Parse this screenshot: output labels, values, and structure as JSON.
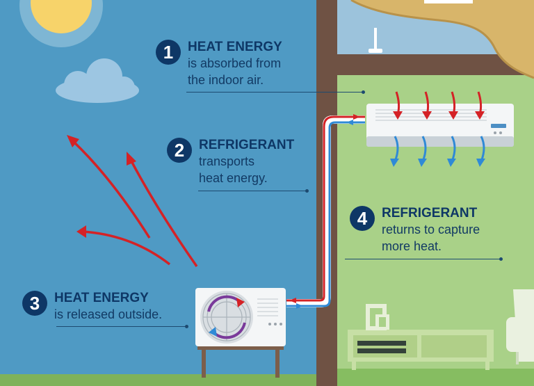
{
  "steps": [
    {
      "number": "1",
      "heading": "HEAT ENERGY",
      "lines": [
        "is absorbed from",
        "the indoor air."
      ]
    },
    {
      "number": "2",
      "heading": "REFRIGERANT",
      "lines": [
        "transports",
        "heat energy."
      ]
    },
    {
      "number": "3",
      "heading": "HEAT ENERGY",
      "lines": [
        "is released outside."
      ]
    },
    {
      "number": "4",
      "heading": "REFRIGERANT",
      "lines": [
        "returns to capture",
        "more heat."
      ]
    }
  ],
  "colors": {
    "sky": "#4f9ac4",
    "sun": "#f7d36a",
    "room": "#a9d188",
    "wall": "#6f5244",
    "heat_arrow": "#d42226",
    "cool_arrow": "#2f8ad6",
    "badge": "#0e3766",
    "roof": "#d8b56a"
  },
  "icons": [
    "sun-icon",
    "cloud-icon",
    "outdoor-unit-icon",
    "indoor-unit-icon",
    "fan-icon",
    "armchair-icon",
    "tv-stand-icon",
    "picture-frame-icon"
  ]
}
